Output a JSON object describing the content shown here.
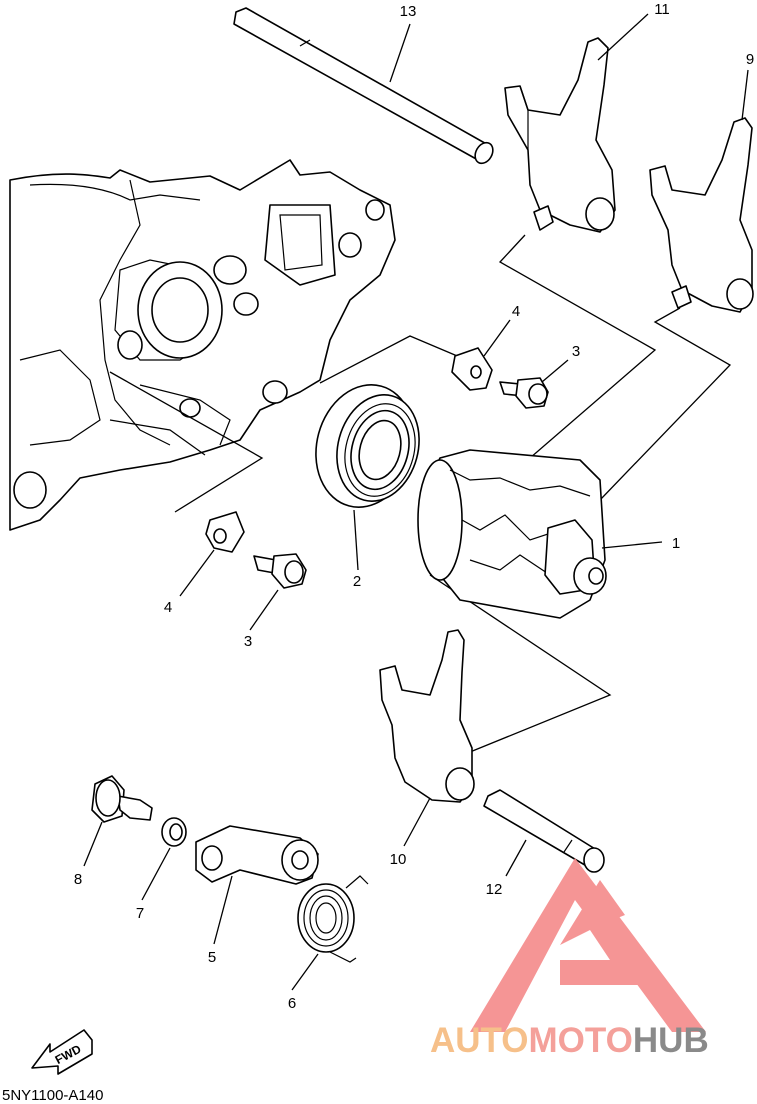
{
  "diagram": {
    "callouts": [
      {
        "id": "13",
        "label": "13"
      },
      {
        "id": "11",
        "label": "11"
      },
      {
        "id": "9",
        "label": "9"
      },
      {
        "id": "4a",
        "label": "4"
      },
      {
        "id": "3a",
        "label": "3"
      },
      {
        "id": "1",
        "label": "1"
      },
      {
        "id": "2",
        "label": "2"
      },
      {
        "id": "4b",
        "label": "4"
      },
      {
        "id": "3b",
        "label": "3"
      },
      {
        "id": "10",
        "label": "10"
      },
      {
        "id": "12",
        "label": "12"
      },
      {
        "id": "8",
        "label": "8"
      },
      {
        "id": "7",
        "label": "7"
      },
      {
        "id": "5",
        "label": "5"
      },
      {
        "id": "6",
        "label": "6"
      }
    ],
    "fwd_label": "FWD",
    "drawing_code": "5NY1100-A140"
  },
  "watermark": {
    "part1": "AUTO",
    "part2": "MOTO",
    "part3": "HUB",
    "colors": {
      "part1": "#f6c08a",
      "part2": "#f4a09a",
      "part3": "#8a8a8a",
      "logo": "#f48a8a"
    }
  }
}
